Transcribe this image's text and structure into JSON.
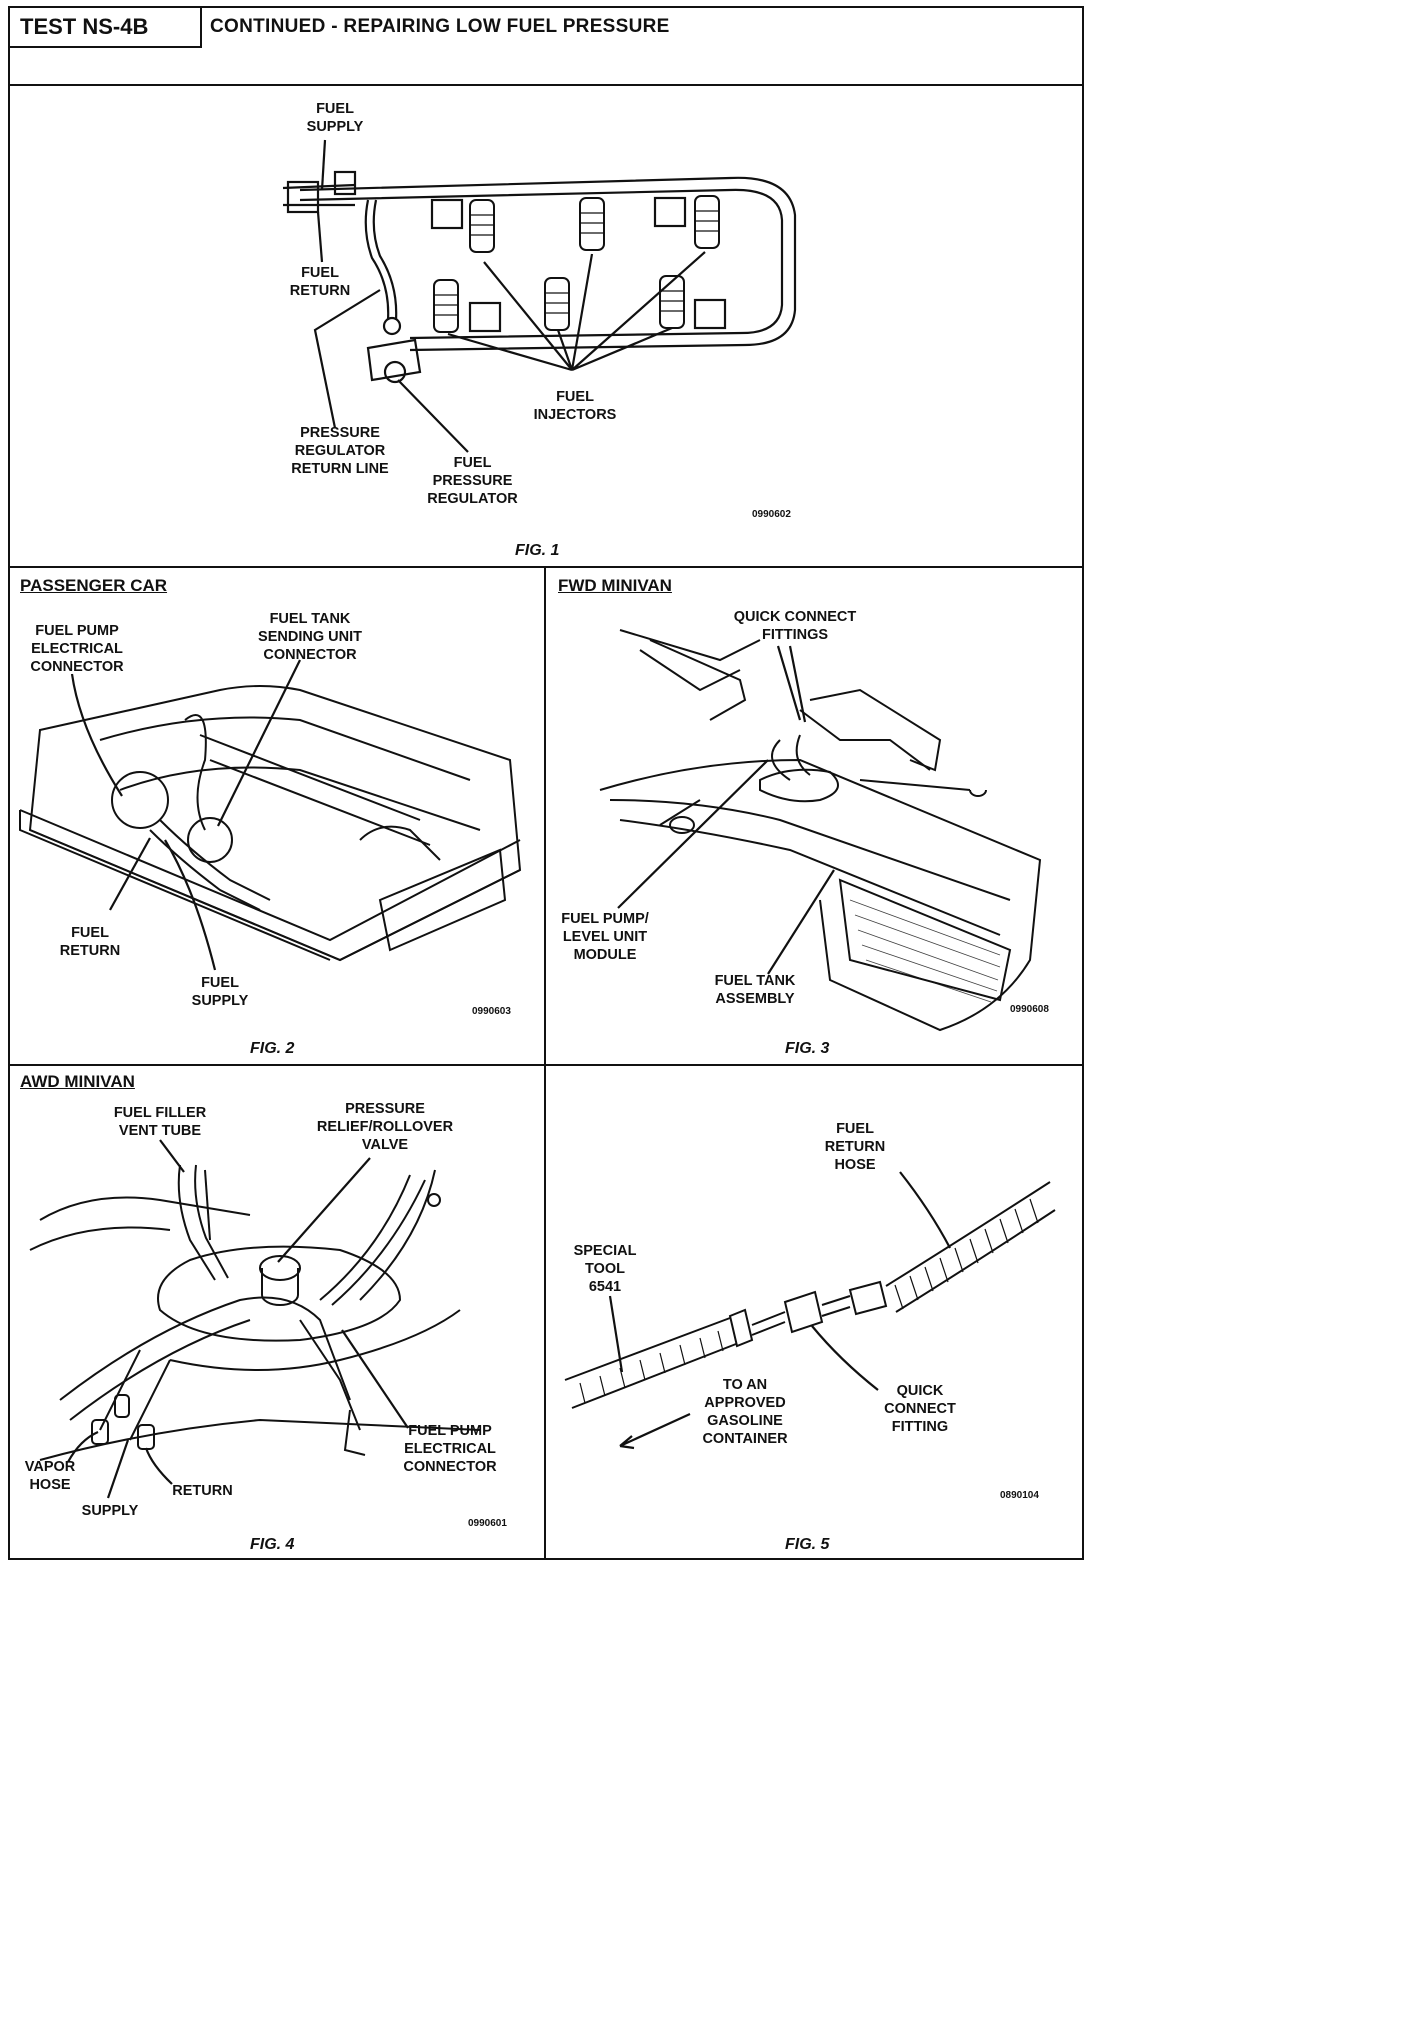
{
  "header": {
    "test_id": "TEST NS-4B",
    "title": "CONTINUED - REPAIRING LOW FUEL PRESSURE"
  },
  "fig1": {
    "labels": {
      "fuel_supply": "FUEL\nSUPPLY",
      "fuel_return": "FUEL\nRETURN",
      "fuel_injectors": "FUEL\nINJECTORS",
      "pressure_regulator_return_line": "PRESSURE\nREGULATOR\nRETURN LINE",
      "fuel_pressure_regulator": "FUEL\nPRESSURE\nREGULATOR"
    },
    "code": "0990602",
    "caption": "FIG. 1"
  },
  "fig2": {
    "section": "PASSENGER CAR",
    "labels": {
      "fuel_pump_electrical_connector": "FUEL PUMP\nELECTRICAL\nCONNECTOR",
      "fuel_tank_sending_unit_connector": "FUEL TANK\nSENDING UNIT\nCONNECTOR",
      "fuel_return": "FUEL\nRETURN",
      "fuel_supply": "FUEL\nSUPPLY"
    },
    "code": "0990603",
    "caption": "FIG. 2"
  },
  "fig3": {
    "section": "FWD MINIVAN",
    "labels": {
      "quick_connect_fittings": "QUICK CONNECT\nFITTINGS",
      "fuel_pump_level_unit_module": "FUEL PUMP/\nLEVEL UNIT\nMODULE",
      "fuel_tank_assembly": "FUEL TANK\nASSEMBLY"
    },
    "code": "0990608",
    "caption": "FIG. 3"
  },
  "fig4": {
    "section": "AWD MINIVAN",
    "labels": {
      "fuel_filler_vent_tube": "FUEL FILLER\nVENT TUBE",
      "pressure_relief_rollover_valve": "PRESSURE\nRELIEF/ROLLOVER\nVALVE",
      "vapor_hose": "VAPOR\nHOSE",
      "supply": "SUPPLY",
      "return": "RETURN",
      "fuel_pump_electrical_connector": "FUEL PUMP\nELECTRICAL\nCONNECTOR"
    },
    "code": "0990601",
    "caption": "FIG. 4"
  },
  "fig5": {
    "labels": {
      "fuel_return_hose": "FUEL\nRETURN\nHOSE",
      "special_tool": "SPECIAL\nTOOL\n6541",
      "to_container": "TO AN\nAPPROVED\nGASOLINE\nCONTAINER",
      "quick_connect_fitting": "QUICK\nCONNECT\nFITTING"
    },
    "code": "0890104",
    "caption": "FIG. 5"
  }
}
